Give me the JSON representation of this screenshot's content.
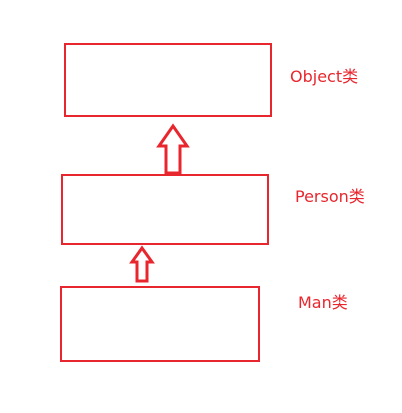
{
  "colors": {
    "stroke": "#e8262d",
    "text": "#e8262d",
    "background": "#ffffff"
  },
  "classes": [
    {
      "id": "object",
      "label": "Object类"
    },
    {
      "id": "person",
      "label": "Person类"
    },
    {
      "id": "man",
      "label": "Man类"
    }
  ],
  "arrows": [
    {
      "from": "person",
      "to": "object",
      "direction": "up"
    },
    {
      "from": "man",
      "to": "person",
      "direction": "up"
    }
  ]
}
